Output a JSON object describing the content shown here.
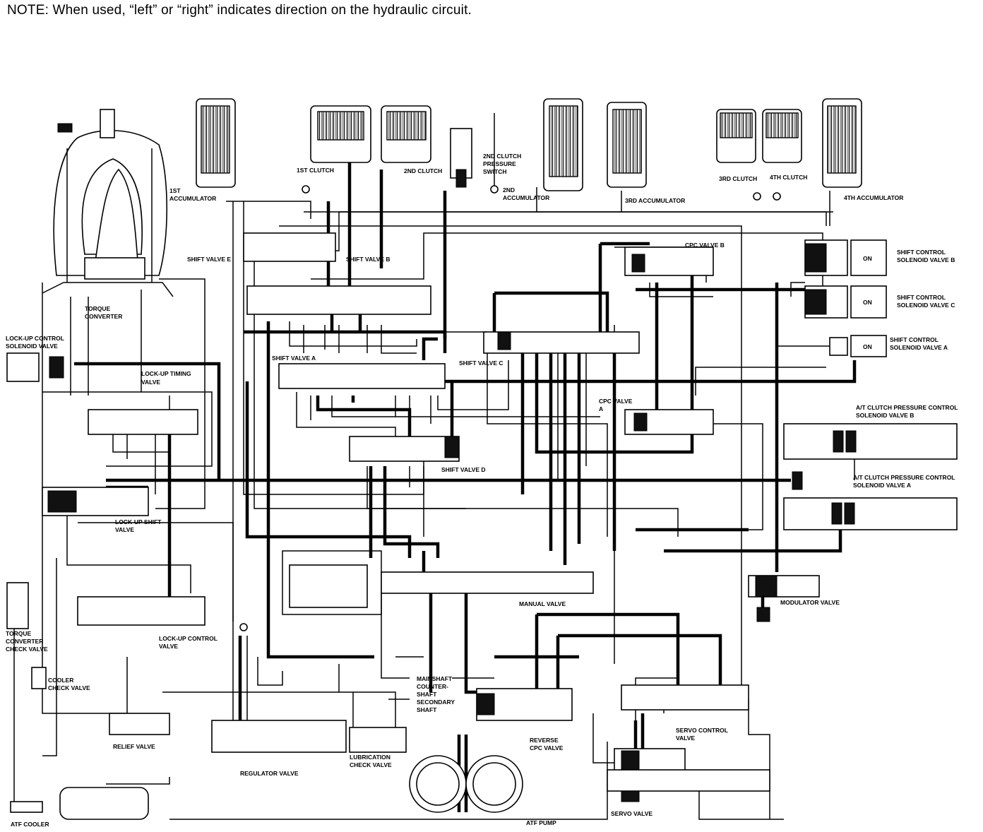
{
  "note": "NOTE:  When used, “left” or “right” indicates direction on the hydraulic circuit.",
  "labels": {
    "clutch1": "1ST CLUTCH",
    "clutch2": "2ND CLUTCH",
    "clutch2_switch_1": "2ND CLUTCH",
    "clutch2_switch_2": "PRESSURE",
    "clutch2_switch_3": "SWITCH",
    "clutch3": "3RD CLUTCH",
    "clutch4": "4TH CLUTCH",
    "acc1_1": "1ST",
    "acc1_2": "ACCUMULATOR",
    "acc2_1": "2ND",
    "acc2_2": "ACCUMULATOR",
    "acc3": "3RD ACCUMULATOR",
    "acc4": "4TH ACCUMULATOR",
    "shift_valve_e": "SHIFT VALVE E",
    "shift_valve_b": "SHIFT VALVE B",
    "shift_valve_a": "SHIFT VALVE A",
    "shift_valve_c": "SHIFT VALVE C",
    "shift_valve_d": "SHIFT VALVE D",
    "cpc_valve_b": "CPC VALVE B",
    "cpc_valve_a_1": "CPC VALVE",
    "cpc_valve_a_2": "A",
    "torque_converter_1": "TORQUE",
    "torque_converter_2": "CONVERTER",
    "lockup_solenoid_1": "LOCK-UP CONTROL",
    "lockup_solenoid_2": "SOLENOID VALVE",
    "lockup_timing_1": "LOCK-UP TIMING",
    "lockup_timing_2": "VALVE",
    "lockup_shift_1": "LOCK-UP SHIFT",
    "lockup_shift_2": "VALVE",
    "lockup_control_1": "LOCK-UP CONTROL",
    "lockup_control_2": "VALVE",
    "tc_check_1": "TORQUE",
    "tc_check_2": "CONVERTER",
    "tc_check_3": "CHECK VALVE",
    "cooler_check_1": "COOLER",
    "cooler_check_2": "CHECK VALVE",
    "relief_valve": "RELIEF VALVE",
    "atf_cooler": "ATF COOLER",
    "regulator_valve": "REGULATOR VALVE",
    "lubrication_1": "LUBRICATION",
    "lubrication_2": "CHECK VALVE",
    "atf_pump": "ATF PUMP",
    "manual_valve": "MANUAL VALVE",
    "reverse_cpc_1": "REVERSE",
    "reverse_cpc_2": "CPC VALVE",
    "servo_control_1": "SERVO CONTROL",
    "servo_control_2": "VALVE",
    "servo_valve": "SERVO VALVE",
    "modulator_valve": "MODULATOR VALVE",
    "mainshaft": "MAINSHAFT",
    "countershaft": "COUNTER-",
    "countershaft_2": "SHAFT",
    "secondary_1": "SECONDARY",
    "secondary_2": "SHAFT",
    "sc_solenoid_b_1": "SHIFT CONTROL",
    "sc_solenoid_b_2": "SOLENOID VALVE B",
    "sc_solenoid_c_1": "SHIFT CONTROL",
    "sc_solenoid_c_2": "SOLENOID VALVE C",
    "sc_solenoid_a_1": "SHIFT CONTROL",
    "sc_solenoid_a_2": "SOLENOID VALVE A",
    "atc_b_1": "A/T CLUTCH PRESSURE CONTROL",
    "atc_b_2": "SOLENOID VALVE B",
    "atc_a_1": "A/T CLUTCH PRESSURE CONTROL",
    "atc_a_2": "SOLENOID VALVE A",
    "on": "ON"
  }
}
